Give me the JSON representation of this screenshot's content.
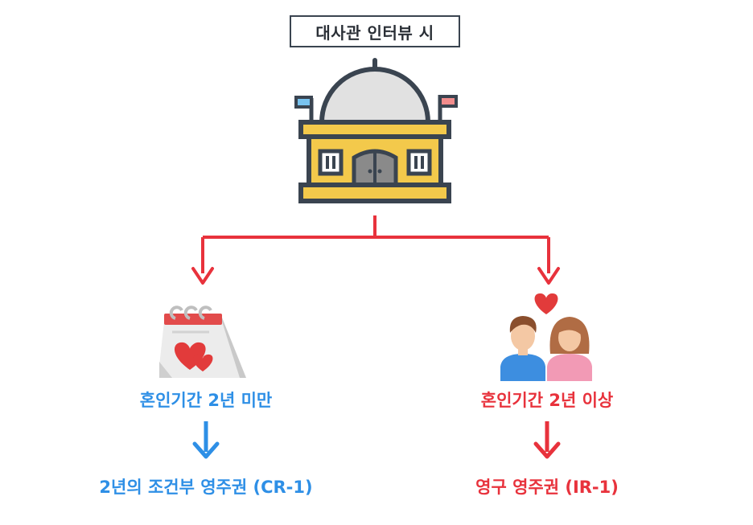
{
  "title": "대사관 인터뷰 시",
  "branches": {
    "left": {
      "condition": "혼인기간 2년 미만",
      "result": "2년의 조건부 영주권 (CR-1)",
      "color": "#2e8fe6",
      "icon": "calendar-hearts-icon"
    },
    "right": {
      "condition": "혼인기간 2년 이상",
      "result": "영구 영주권 (IR-1)",
      "color": "#e8323c",
      "icon": "couple-heart-icon"
    }
  },
  "connector_color": "#e8323c",
  "top_icon": "embassy-building-icon"
}
